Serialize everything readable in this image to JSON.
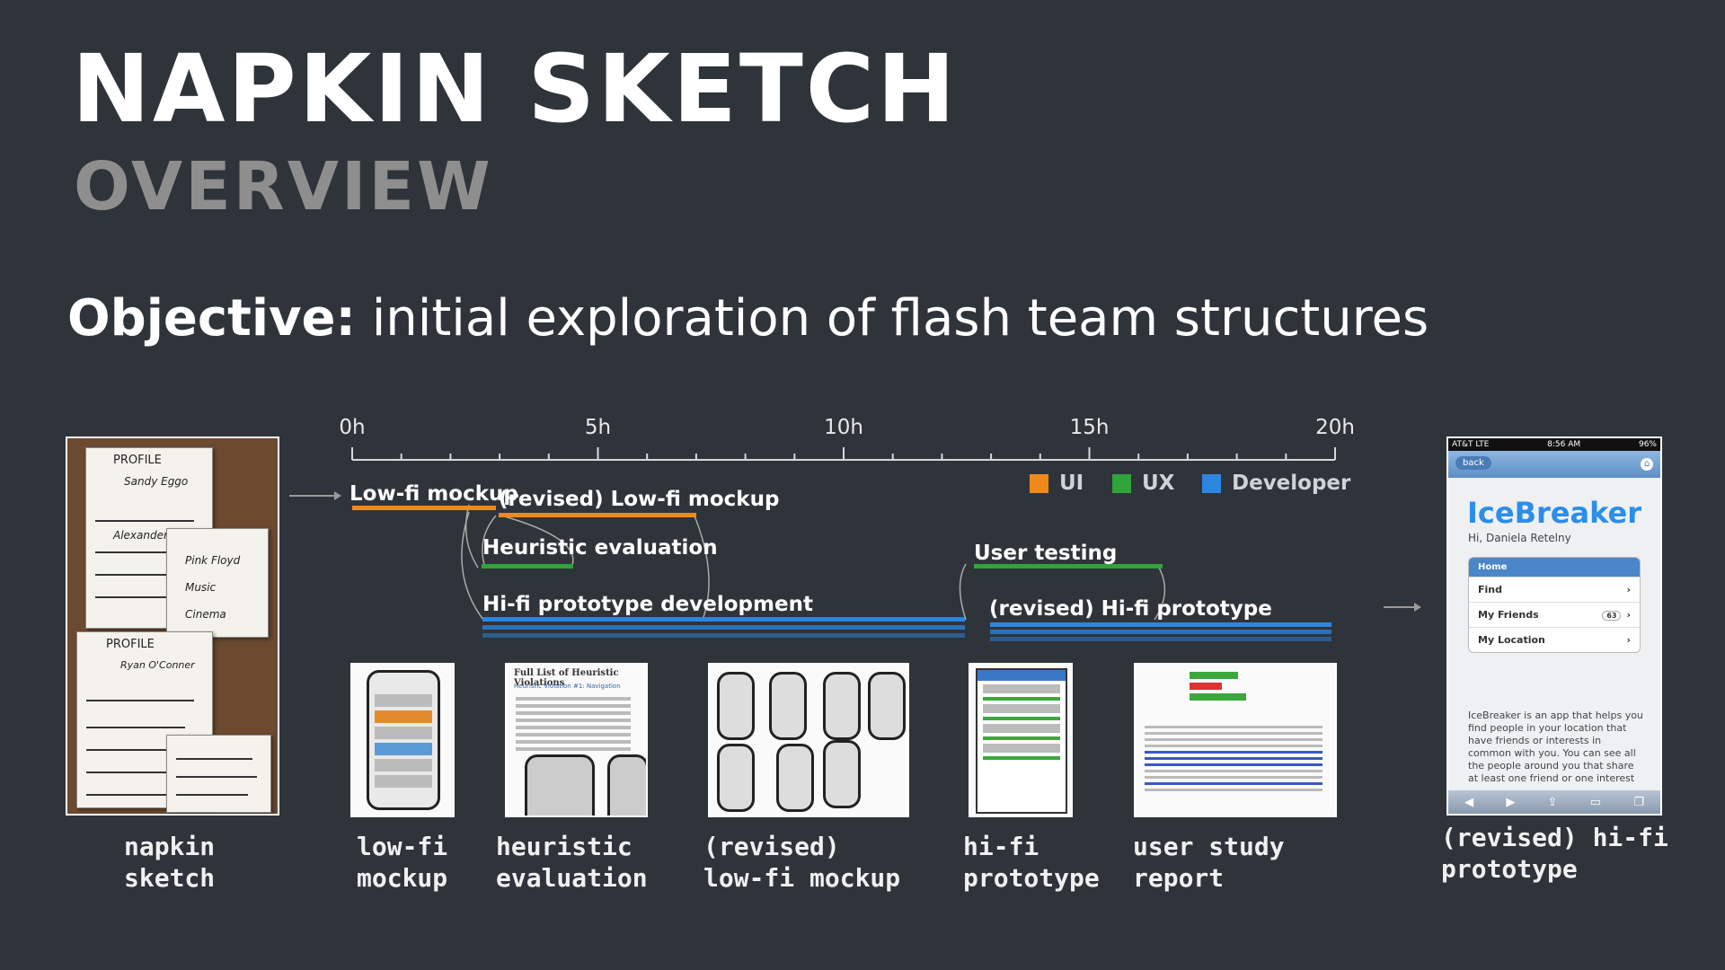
{
  "header": {
    "title": "NAPKIN SKETCH",
    "subtitle": "OVERVIEW"
  },
  "objective": {
    "label": "Objective:",
    "text": " initial exploration of flash team structures"
  },
  "timeline": {
    "ticks": [
      "0h",
      "5h",
      "10h",
      "15h",
      "20h"
    ],
    "legend": [
      {
        "label": "UI",
        "color": "#ee8a1a"
      },
      {
        "label": "UX",
        "color": "#2ea43a"
      },
      {
        "label": "Developer",
        "color": "#2c86e0"
      }
    ],
    "tasks": [
      {
        "label": "Low-fi mockup",
        "role": "UI"
      },
      {
        "label": "(revised) Low-fi mockup",
        "role": "UI"
      },
      {
        "label": "Heuristic evaluation",
        "role": "UX"
      },
      {
        "label": "Hi-fi prototype development",
        "role": "Developer"
      },
      {
        "label": "User testing",
        "role": "UX"
      },
      {
        "label": "(revised) Hi-fi prototype",
        "role": "Developer"
      }
    ]
  },
  "artifacts": [
    {
      "caption": "napkin\nsketch"
    },
    {
      "caption": "low-fi\nmockup"
    },
    {
      "caption": "heuristic\nevaluation"
    },
    {
      "caption": "(revised)\nlow-fi mockup"
    },
    {
      "caption": "hi-fi\nprototype"
    },
    {
      "caption": "user study\nreport"
    },
    {
      "caption": "(revised) hi-fi\nprototype"
    }
  ],
  "sketch": {
    "profile_label": "PROFILE",
    "name1": "Sandy Eggo",
    "item1": "Alexander",
    "item2": "Pink Floyd",
    "item3": "Music",
    "item4": "Cinema",
    "name2": "Ryan O'Conner"
  },
  "heuristic_doc": {
    "title": "Full List of Heuristic Violations",
    "subtitle": "Heuristic Violation #1: Navigation"
  },
  "phone": {
    "status_carrier": "AT&T LTE",
    "status_time": "8:56 AM",
    "status_battery": "96%",
    "back_label": "back",
    "app_name": "IceBreaker",
    "greeting": "Hi, Daniela Retelny",
    "menu_header": "Home",
    "menu_items": [
      "Find",
      "My Friends",
      "My Location"
    ],
    "friends_count": "63",
    "description": "IceBreaker is an app that helps you find people in your location that have friends or interests in common with you. You can see all the people around you that share at least one friend or one interest with you. If you"
  }
}
